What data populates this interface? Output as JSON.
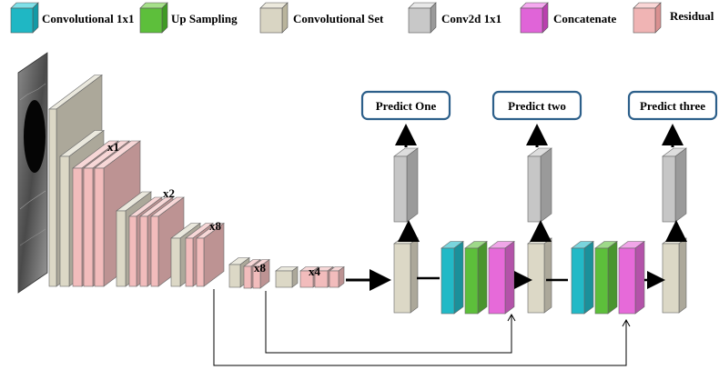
{
  "legend": {
    "items": [
      {
        "label": "Convolutional  1x1",
        "color": "#1fb7c4"
      },
      {
        "label": "Up Sampling",
        "color": "#5cbf3a"
      },
      {
        "label": "Convolutional  Set",
        "color": "#d9d5c3"
      },
      {
        "label": "Conv2d  1x1",
        "color": "#c8c8c8"
      },
      {
        "label": "Concatenate",
        "color": "#e064d8"
      },
      {
        "label": "Residual",
        "color": "#f0b4b4"
      }
    ]
  },
  "backbone": {
    "multipliers": [
      "x1",
      "x2",
      "x8",
      "x8",
      "x4"
    ]
  },
  "heads": {
    "predict_labels": [
      "Predict  One",
      "Predict  two",
      "Predict  three"
    ]
  },
  "colors": {
    "residual_front": "#f2bcbc",
    "residual_side": "#e29b9b",
    "set_front": "#dcd8c6",
    "set_side": "#bfbaa3",
    "conv1x1_front": "#22b9c6",
    "upsample_front": "#5dbf3b",
    "concat_front": "#e66ad9",
    "conv2d_front": "#c6c6c6",
    "predict_border": "#2c5f8a"
  }
}
